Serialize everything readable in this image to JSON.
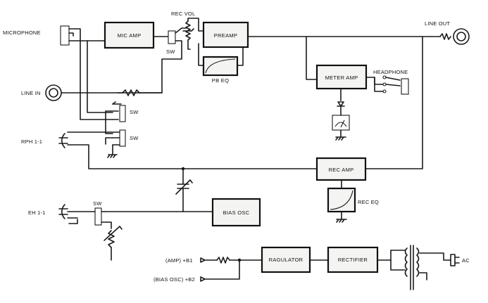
{
  "blocks": {
    "mic_amp": "MIC AMP",
    "preamp": "PREAMP",
    "pb_eq": "PB EQ",
    "meter_amp": "METER AMP",
    "rec_amp": "REC AMP",
    "rec_eq": "REC EQ",
    "bias_osc": "BIAS OSC",
    "regulator": "RAGULATOR",
    "rectifier": "RECTIFIER"
  },
  "labels": {
    "microphone": "MICROPHONE",
    "line_in": "LINE IN",
    "rph": "RPH 1-1",
    "eh": "EH 1-1",
    "rec_vol": "REC VOL",
    "line_out": "LINE OUT",
    "headphone": "HEADPHONE",
    "sw_top": "SW",
    "sw_mid1": "SW",
    "sw_mid2": "SW",
    "sw_bias": "SW",
    "b1": "(AMP) +B1",
    "b2": "(BIAS OSC) +B2",
    "ac": "AC"
  },
  "colors": {
    "ink": "#111111",
    "paper": "#ffffff"
  }
}
